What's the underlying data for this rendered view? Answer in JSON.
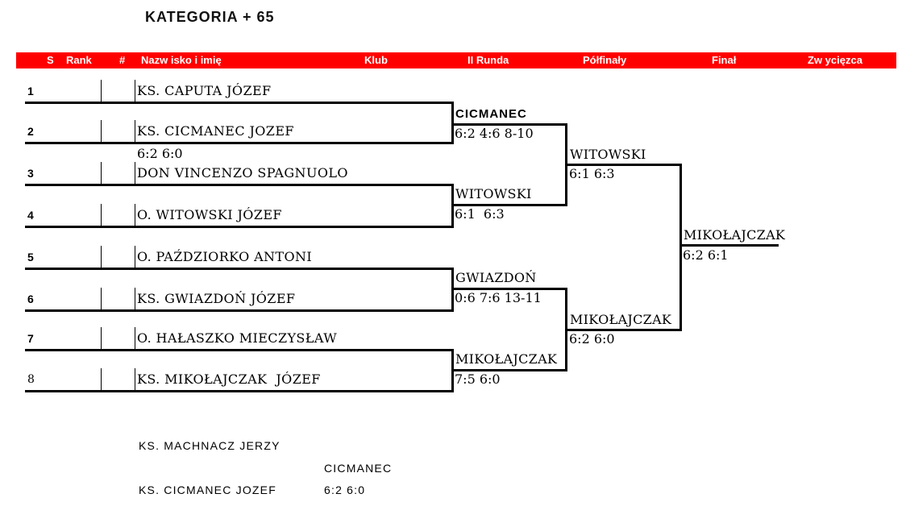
{
  "title": "KATEGORIA + 65",
  "colors": {
    "header_bg": "#FE0000",
    "header_text": "#FFFFFF",
    "line": "#000000"
  },
  "header": {
    "columns": [
      "S",
      "Rank",
      "#",
      "Nazw isko i imię",
      "Klub",
      "II Runda",
      "Półfinały",
      "Finał",
      "Zw ycięzca"
    ]
  },
  "players": [
    {
      "seat": "1",
      "name": "KS. CAPUTA JÓZEF"
    },
    {
      "seat": "2",
      "name": "KS. CICMANEC JOZEF",
      "score_below": "6:2 6:0"
    },
    {
      "seat": "3",
      "name": "DON VINCENZO SPAGNUOLO"
    },
    {
      "seat": "4",
      "name": "O. WITOWSKI JÓZEF"
    },
    {
      "seat": "5",
      "name": "O. PAŹDZIORKO ANTONI"
    },
    {
      "seat": "6",
      "name": "KS. GWIAZDOŃ JÓZEF"
    },
    {
      "seat": "7",
      "name": "O. HAŁASZKO MIECZYSŁAW"
    },
    {
      "seat": "8",
      "name": "KS. MIKOŁAJCZAK  JÓZEF"
    }
  ],
  "round2": [
    {
      "winner": "CICMANEC",
      "score": "6:2 4:6 8-10"
    },
    {
      "winner": "WITOWSKI",
      "score": "6:1  6:3"
    },
    {
      "winner": "GWIAZDOŃ",
      "score": "0:6 7:6 13-11"
    },
    {
      "winner": "MIKOŁAJCZAK",
      "score": "7:5 6:0"
    }
  ],
  "semifinals": [
    {
      "winner": "WITOWSKI",
      "score": "6:1 6:3"
    },
    {
      "winner": "MIKOŁAJCZAK",
      "score": "6:2 6:0"
    }
  ],
  "final": {
    "winner": "MIKOŁAJCZAK",
    "score": "6:2 6:1"
  },
  "extra_match": {
    "player1": "KS. MACHNACZ JERZY",
    "player2": "KS. CICMANEC JOZEF",
    "winner": "CICMANEC",
    "score": "6:2 6:0"
  }
}
